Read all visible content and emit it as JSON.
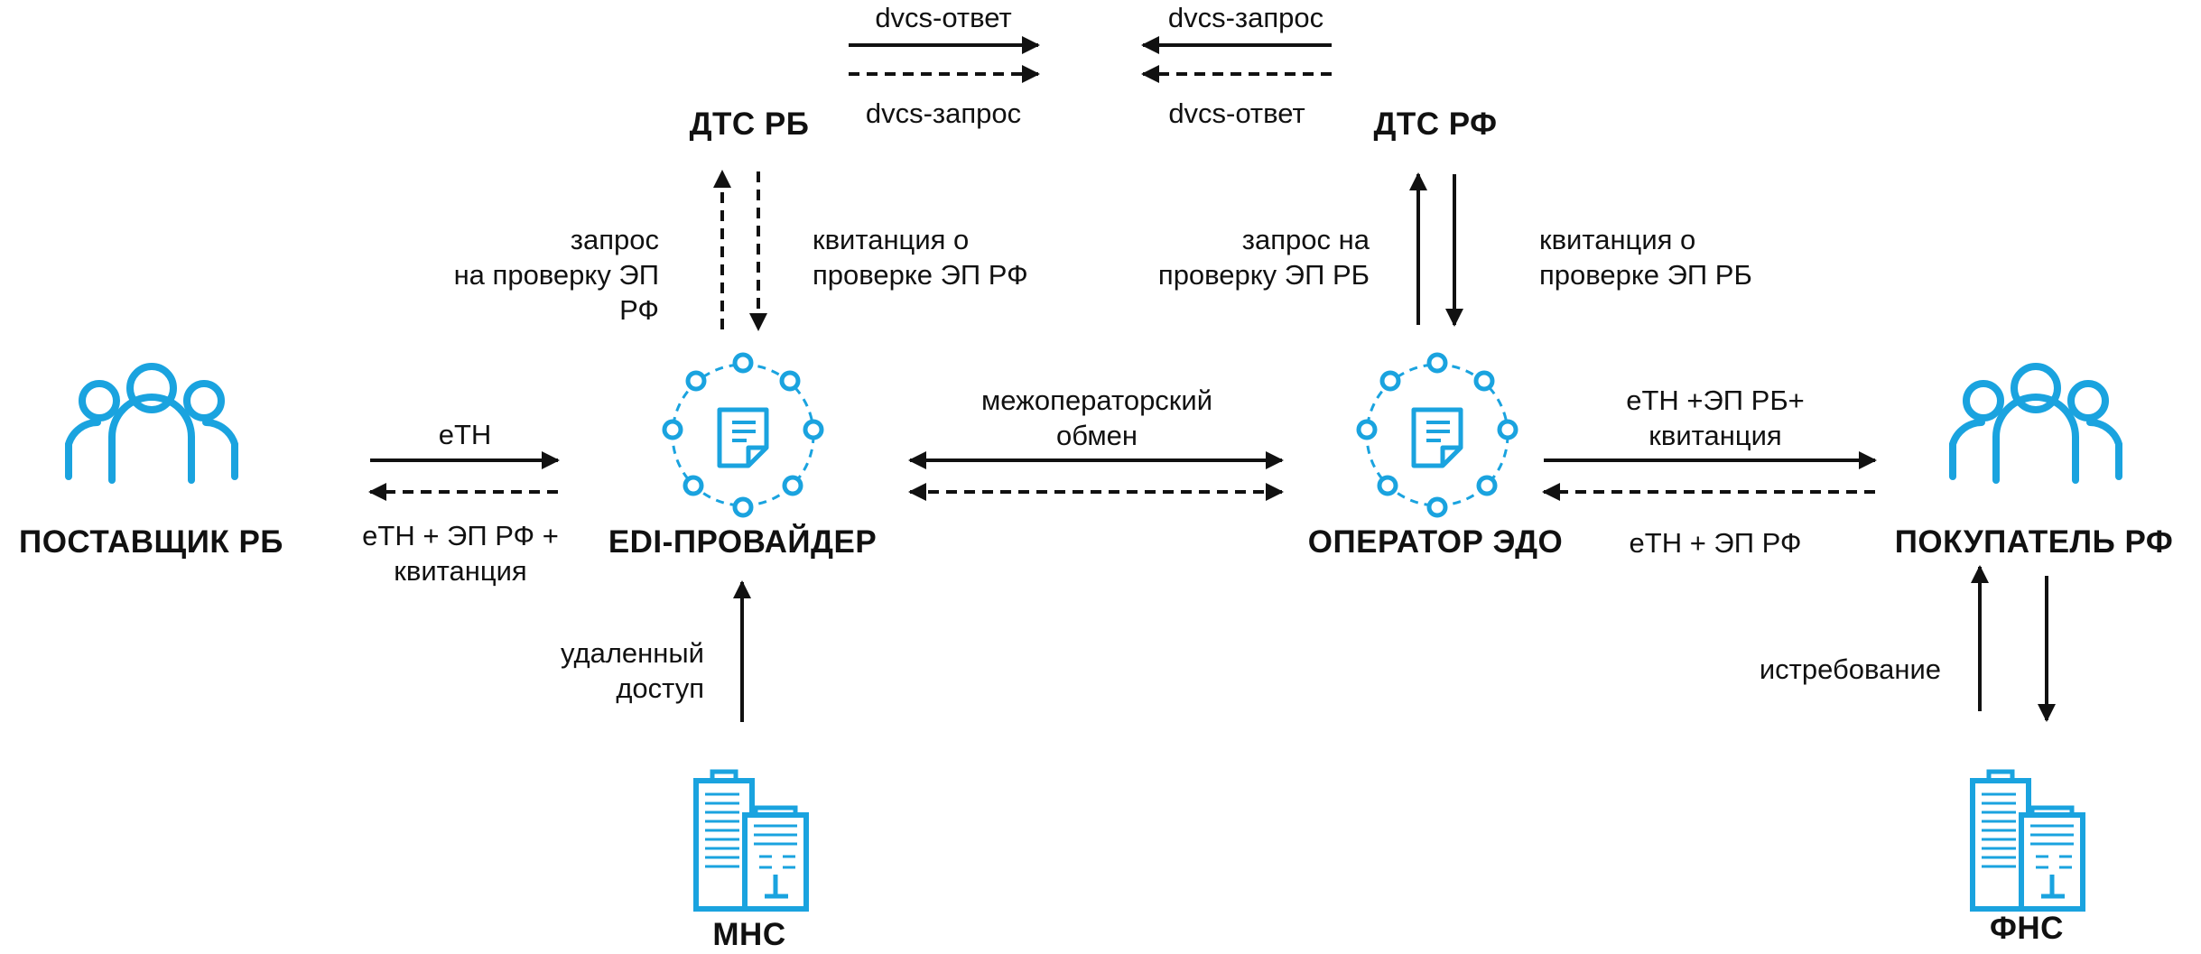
{
  "accent_color": "#1aa3df",
  "nodes": {
    "supplier": {
      "label": "ПОСТАВЩИК РБ",
      "icon": "users-group-icon"
    },
    "edi_provider": {
      "label": "EDI-ПРОВАЙДЕР",
      "icon": "network-document-icon"
    },
    "edo_operator": {
      "label": "ОПЕРАТОР ЭДО",
      "icon": "network-document-icon"
    },
    "buyer": {
      "label": "ПОКУПАТЕЛЬ РФ",
      "icon": "users-group-icon"
    },
    "dts_rb": {
      "label": "ДТС РБ"
    },
    "dts_rf": {
      "label": "ДТС РФ"
    },
    "mns": {
      "label": "МНС",
      "icon": "office-buildings-icon"
    },
    "fns": {
      "label": "ФНС",
      "icon": "office-buildings-icon"
    }
  },
  "edges": {
    "dvcs_top_left": "dvcs-ответ",
    "dvcs_bottom_left": "dvcs-запрос",
    "dvcs_top_right": "dvcs-запрос",
    "dvcs_bottom_right": "dvcs-ответ",
    "request_check_rf": "запрос\nна проверку ЭП\nРФ",
    "receipt_check_rf": "квитанция о\nпроверке ЭП РФ",
    "request_check_rb": "запрос на\nпроверку ЭП РБ",
    "receipt_check_rb": "квитанция о\nпроверке ЭП РБ",
    "etn": "еТН",
    "etn_sig_rf_receipt": "еТН + ЭП РФ +\nквитанция",
    "interoperator": "межоператорский\nобмен",
    "etn_sig_rb_receipt": "еТН +ЭП РБ+\nквитанция",
    "etn_sig_rf": "еТН + ЭП РФ",
    "remote_access": "удаленный\nдоступ",
    "demand": "истребование"
  }
}
